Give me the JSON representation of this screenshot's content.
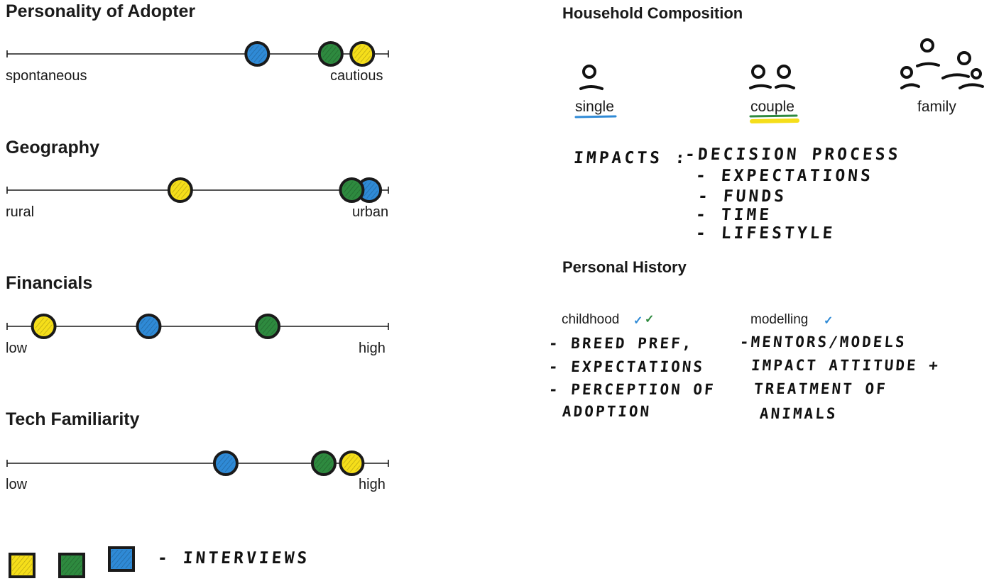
{
  "colors": {
    "interview1": "#f5de1a",
    "interview2": "#2e8a3f",
    "interview3": "#2f8ad6",
    "outline": "#1a1a1a"
  },
  "sliders": [
    {
      "title": "Personality of Adopter",
      "left_label": "spontaneous",
      "right_label": "cautious",
      "markers": [
        {
          "color": "interview3",
          "value": 0.67
        },
        {
          "color": "interview2",
          "value": 0.88
        },
        {
          "color": "interview1",
          "value": 0.97
        }
      ]
    },
    {
      "title": "Geography",
      "left_label": "rural",
      "right_label": "urban",
      "markers": [
        {
          "color": "interview1",
          "value": 0.45
        },
        {
          "color": "interview3",
          "value": 0.99
        },
        {
          "color": "interview2",
          "value": 0.94
        }
      ]
    },
    {
      "title": "Financials",
      "left_label": "low",
      "right_label": "high",
      "markers": [
        {
          "color": "interview1",
          "value": 0.06
        },
        {
          "color": "interview3",
          "value": 0.36
        },
        {
          "color": "interview2",
          "value": 0.7
        }
      ]
    },
    {
      "title": "Tech Familiarity",
      "left_label": "low",
      "right_label": "high",
      "markers": [
        {
          "color": "interview3",
          "value": 0.58
        },
        {
          "color": "interview2",
          "value": 0.86
        },
        {
          "color": "interview1",
          "value": 0.94
        }
      ]
    }
  ],
  "legend": {
    "text": "- INTERVIEWS",
    "swatches": [
      "interview1",
      "interview2",
      "interview3"
    ]
  },
  "household": {
    "title": "Household Composition",
    "items": [
      {
        "label": "single",
        "icon": "single-person-icon",
        "underline": [
          "interview3"
        ]
      },
      {
        "label": "couple",
        "icon": "couple-icon",
        "underline": [
          "interview2",
          "interview1"
        ]
      },
      {
        "label": "family",
        "icon": "family-icon",
        "underline": []
      }
    ],
    "impacts_prefix": "IMPACTS :",
    "impacts": [
      "-DECISION PROCESS",
      "- EXPECTATIONS",
      "- FUNDS",
      "- TIME",
      "- LIFESTYLE"
    ]
  },
  "history": {
    "title": "Personal History",
    "childhood": {
      "label": "childhood",
      "checks": [
        "interview3",
        "interview2"
      ],
      "notes": [
        "- BREED PREF,",
        "- EXPECTATIONS",
        "- PERCEPTION OF",
        "ADOPTION"
      ]
    },
    "modelling": {
      "label": "modelling",
      "checks": [
        "interview3"
      ],
      "notes": [
        "-MENTORS/MODELS",
        "IMPACT ATTITUDE +",
        "TREATMENT OF",
        "ANIMALS"
      ]
    }
  }
}
